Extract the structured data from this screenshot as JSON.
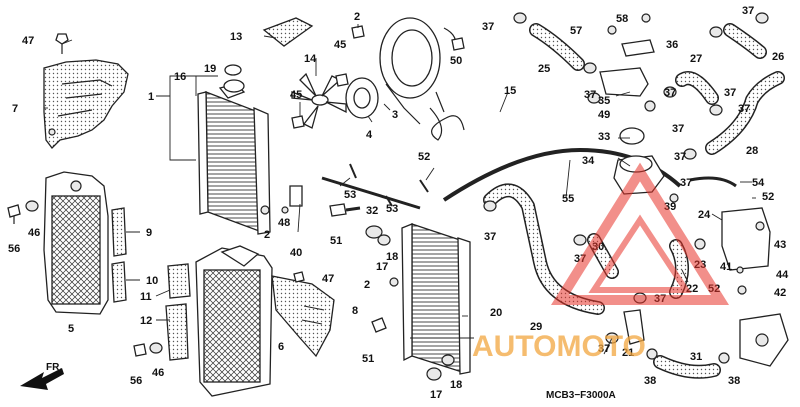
{
  "diagram_code": "MCB3−F3000A",
  "front_marker": "FR.",
  "watermark": "AUTOMOTO",
  "accent_color": "#e8352b",
  "watermark_color": "#f2a640",
  "callouts": [
    {
      "id": "c1",
      "text": "1"
    },
    {
      "id": "c2a",
      "text": "2"
    },
    {
      "id": "c2b",
      "text": "2"
    },
    {
      "id": "c2c",
      "text": "2"
    },
    {
      "id": "c3",
      "text": "3"
    },
    {
      "id": "c4",
      "text": "4"
    },
    {
      "id": "c5",
      "text": "5"
    },
    {
      "id": "c6",
      "text": "6"
    },
    {
      "id": "c7",
      "text": "7"
    },
    {
      "id": "c8",
      "text": "8"
    },
    {
      "id": "c9",
      "text": "9"
    },
    {
      "id": "c10",
      "text": "10"
    },
    {
      "id": "c11",
      "text": "11"
    },
    {
      "id": "c12",
      "text": "12"
    },
    {
      "id": "c13",
      "text": "13"
    },
    {
      "id": "c14",
      "text": "14"
    },
    {
      "id": "c15",
      "text": "15"
    },
    {
      "id": "c16",
      "text": "16"
    },
    {
      "id": "c17a",
      "text": "17"
    },
    {
      "id": "c17b",
      "text": "17"
    },
    {
      "id": "c18a",
      "text": "18"
    },
    {
      "id": "c18b",
      "text": "18"
    },
    {
      "id": "c19",
      "text": "19"
    },
    {
      "id": "c20",
      "text": "20"
    },
    {
      "id": "c21",
      "text": "21"
    },
    {
      "id": "c22",
      "text": "22"
    },
    {
      "id": "c23",
      "text": "23"
    },
    {
      "id": "c24",
      "text": "24"
    },
    {
      "id": "c25",
      "text": "25"
    },
    {
      "id": "c26",
      "text": "26"
    },
    {
      "id": "c27",
      "text": "27"
    },
    {
      "id": "c28",
      "text": "28"
    },
    {
      "id": "c29",
      "text": "29"
    },
    {
      "id": "c30",
      "text": "30"
    },
    {
      "id": "c31",
      "text": "31"
    },
    {
      "id": "c32",
      "text": "32"
    },
    {
      "id": "c33",
      "text": "33"
    },
    {
      "id": "c34",
      "text": "34"
    },
    {
      "id": "c35",
      "text": "35"
    },
    {
      "id": "c36",
      "text": "36"
    },
    {
      "id": "c37a",
      "text": "37"
    },
    {
      "id": "c37b",
      "text": "37"
    },
    {
      "id": "c37c",
      "text": "37"
    },
    {
      "id": "c37d",
      "text": "37"
    },
    {
      "id": "c37e",
      "text": "37"
    },
    {
      "id": "c37f",
      "text": "37"
    },
    {
      "id": "c37g",
      "text": "37"
    },
    {
      "id": "c37h",
      "text": "37"
    },
    {
      "id": "c37i",
      "text": "37"
    },
    {
      "id": "c37j",
      "text": "37"
    },
    {
      "id": "c37k",
      "text": "37"
    },
    {
      "id": "c37l",
      "text": "37"
    },
    {
      "id": "c37m",
      "text": "37"
    },
    {
      "id": "c38a",
      "text": "38"
    },
    {
      "id": "c38b",
      "text": "38"
    },
    {
      "id": "c39",
      "text": "39"
    },
    {
      "id": "c40",
      "text": "40"
    },
    {
      "id": "c41",
      "text": "41"
    },
    {
      "id": "c42",
      "text": "42"
    },
    {
      "id": "c43",
      "text": "43"
    },
    {
      "id": "c44",
      "text": "44"
    },
    {
      "id": "c45a",
      "text": "45"
    },
    {
      "id": "c45b",
      "text": "45"
    },
    {
      "id": "c46a",
      "text": "46"
    },
    {
      "id": "c46b",
      "text": "46"
    },
    {
      "id": "c47a",
      "text": "47"
    },
    {
      "id": "c47b",
      "text": "47"
    },
    {
      "id": "c48",
      "text": "48"
    },
    {
      "id": "c49",
      "text": "49"
    },
    {
      "id": "c50",
      "text": "50"
    },
    {
      "id": "c51a",
      "text": "51"
    },
    {
      "id": "c51b",
      "text": "51"
    },
    {
      "id": "c52a",
      "text": "52"
    },
    {
      "id": "c52b",
      "text": "52"
    },
    {
      "id": "c52c",
      "text": "52"
    },
    {
      "id": "c53a",
      "text": "53"
    },
    {
      "id": "c53b",
      "text": "53"
    },
    {
      "id": "c54",
      "text": "54"
    },
    {
      "id": "c55",
      "text": "55"
    },
    {
      "id": "c56a",
      "text": "56"
    },
    {
      "id": "c56b",
      "text": "56"
    },
    {
      "id": "c57",
      "text": "57"
    },
    {
      "id": "c58",
      "text": "58"
    }
  ]
}
